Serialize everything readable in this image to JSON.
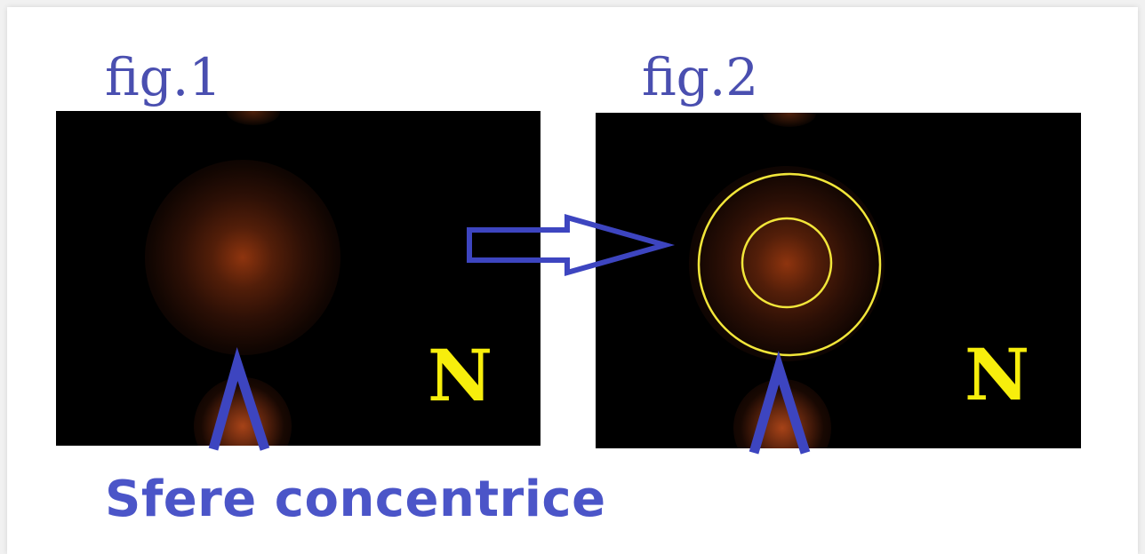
{
  "figures": {
    "fig1_label": "fig.1",
    "fig2_label": "fig.2"
  },
  "panels": {
    "north_label": "N"
  },
  "caption": "Sfere concentrice",
  "colors": {
    "label_blue": "#4a4fb0",
    "arrow_blue": "#3d45c0",
    "ring_yellow": "#f2e63a",
    "north_yellow": "#f7ee0c",
    "glow_orange": "#96370f"
  }
}
